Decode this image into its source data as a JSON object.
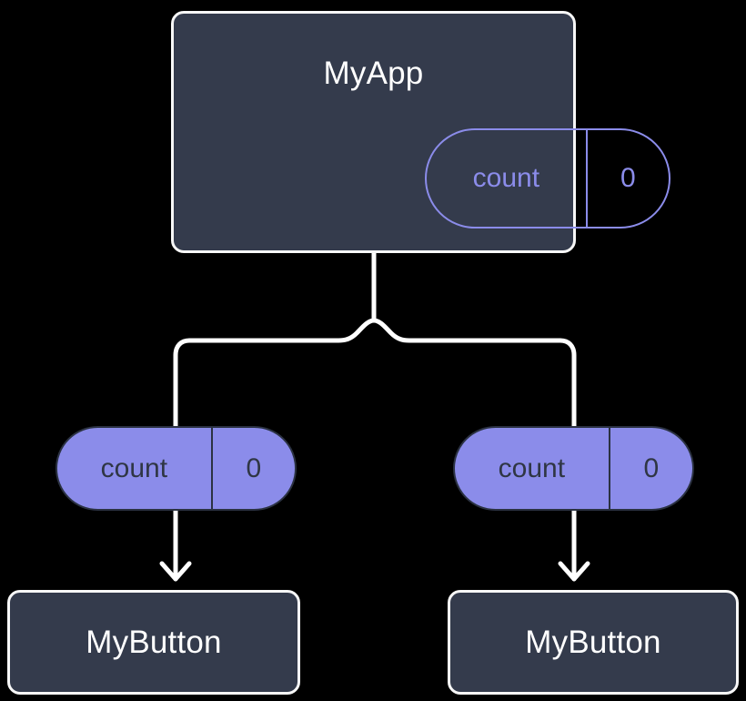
{
  "diagram": {
    "title": "MyApp component tree with count state passed as prop to MyButton children",
    "background_color": "#000000",
    "card_background_color": "#343b4c",
    "card_border_color": "#f7f7f7",
    "accent_color": "#8b8cea",
    "edge_color": "#ffffff"
  },
  "root": {
    "name": "MyApp",
    "state_pill": {
      "key": "count",
      "value": "0",
      "style": "outlined"
    }
  },
  "children": [
    {
      "prop_pill": {
        "key": "count",
        "value": "0",
        "style": "filled"
      },
      "component": {
        "name": "MyButton"
      }
    },
    {
      "prop_pill": {
        "key": "count",
        "value": "0",
        "style": "filled"
      },
      "component": {
        "name": "MyButton"
      }
    }
  ]
}
